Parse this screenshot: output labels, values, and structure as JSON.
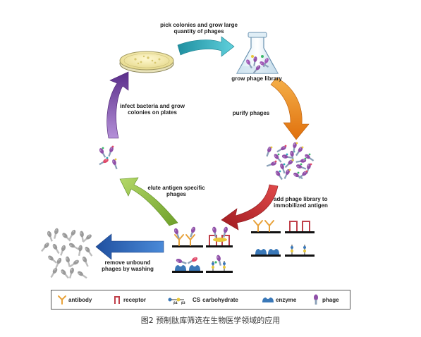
{
  "steps": {
    "pick": "pick colonies and grow large\nquantity of phages",
    "grow": "grow phage library",
    "purify": "purify phages",
    "add": "add phage library to\nimmobilized antigen",
    "remove": "remove unbound\nphages by washing",
    "elute": "elute antigen specific\nphages",
    "infect": "infect bacteria and grow\ncolonies on plates"
  },
  "legend": {
    "antibody": "antibody",
    "receptor": "receptor",
    "carbohydrate": "carbohydrate",
    "enzyme": "enzyme",
    "phage": "phage",
    "glycan_glyphs": "CS"
  },
  "caption": "图2 预制肽库筛选在生物医学领域的应用",
  "colors": {
    "arrow_teal": "#2aa8b8",
    "arrow_orange": "#f08a1c",
    "arrow_red": "#c8262b",
    "arrow_blue": "#2f6fc4",
    "arrow_green": "#8ab83a",
    "arrow_purple": "#7b4fa8",
    "antibody": "#e8a23a",
    "receptor": "#c0404a",
    "enzyme": "#3a78b8",
    "phage_head": "#8f4fa8",
    "phage_tail": "#8aa0b8"
  }
}
